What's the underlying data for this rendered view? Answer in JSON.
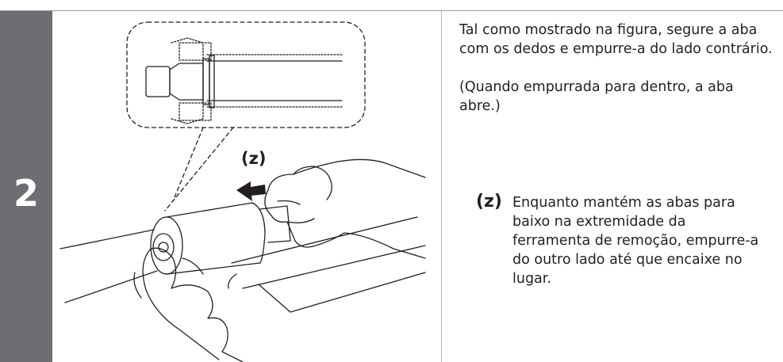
{
  "step": {
    "number": "2"
  },
  "illustration": {
    "callout": "(z)"
  },
  "instructions": {
    "para1": "Tal como mostrado na figura, segure a aba com os dedos e empurre-a do lado contrário.",
    "para2": "(Quando empurrada para dentro, a aba abre.)",
    "note_label": "(z)",
    "note_text": "Enquanto mantém as abas para baixo na extremidade da ferramenta de remoção, empurre-a do outro lado até que encaixe no lugar."
  }
}
